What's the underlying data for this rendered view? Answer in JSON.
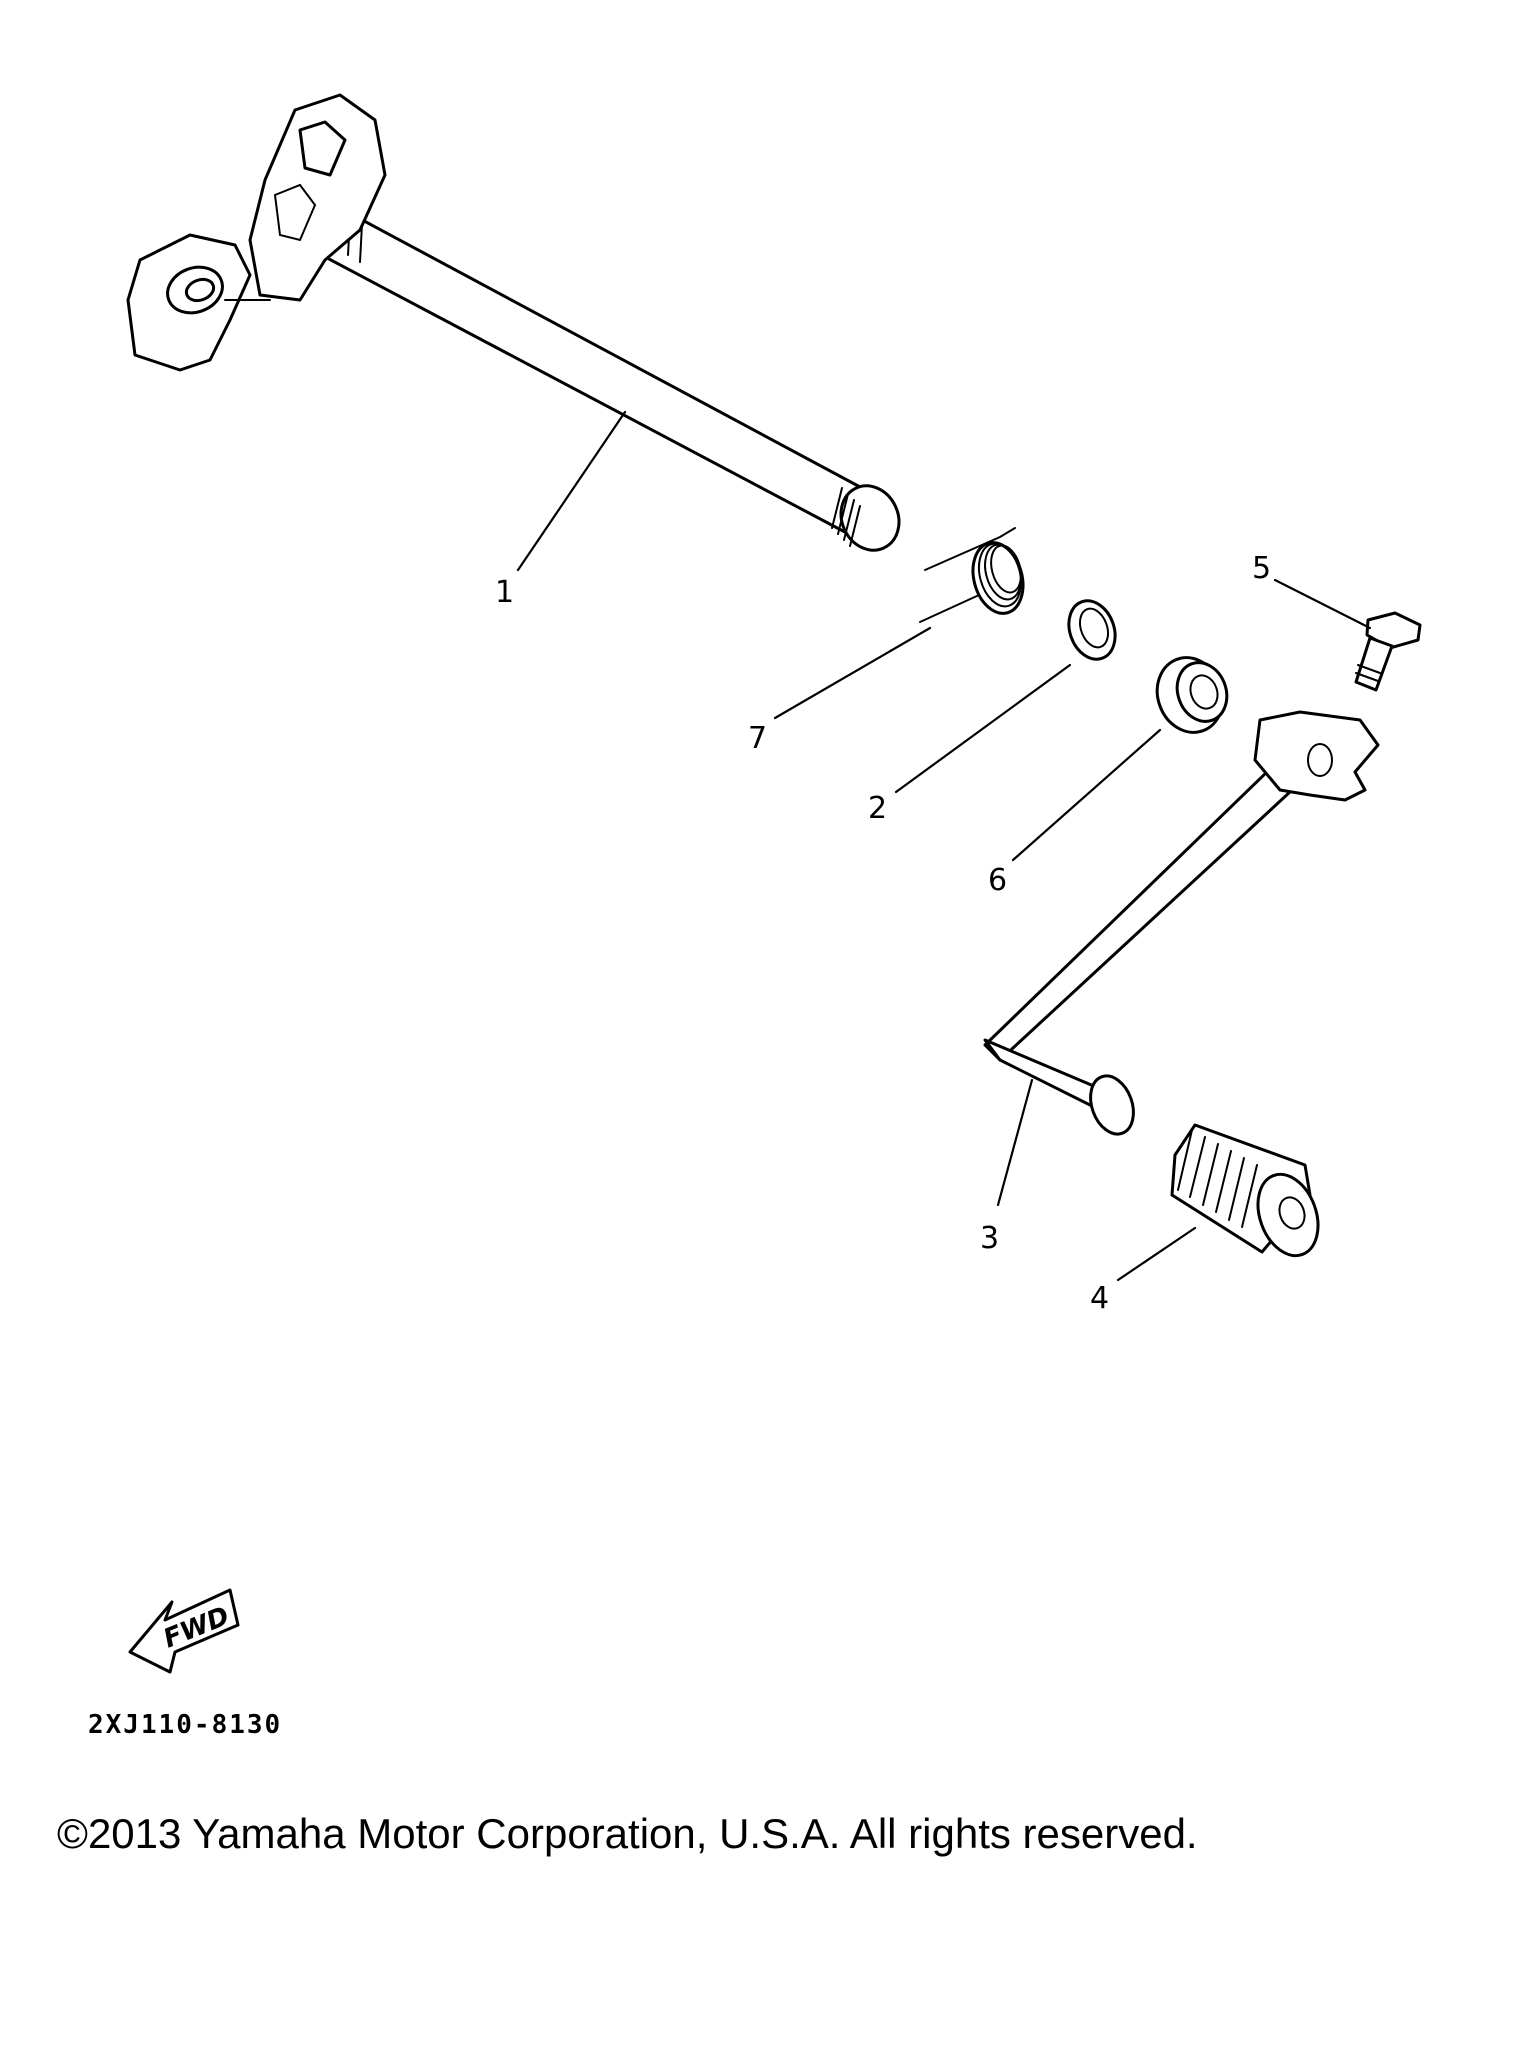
{
  "callouts": [
    {
      "num": "1",
      "part": "shift-shaft"
    },
    {
      "num": "2",
      "part": "circlip"
    },
    {
      "num": "3",
      "part": "shift-pedal"
    },
    {
      "num": "4",
      "part": "pedal-rubber"
    },
    {
      "num": "5",
      "part": "bolt"
    },
    {
      "num": "6",
      "part": "oil-seal"
    },
    {
      "num": "7",
      "part": "torsion-spring"
    }
  ],
  "fwd_label": "FWD",
  "diagram_code": "2XJ110-8130",
  "copyright": "©2013 Yamaha Motor Corporation, U.S.A. All rights reserved."
}
